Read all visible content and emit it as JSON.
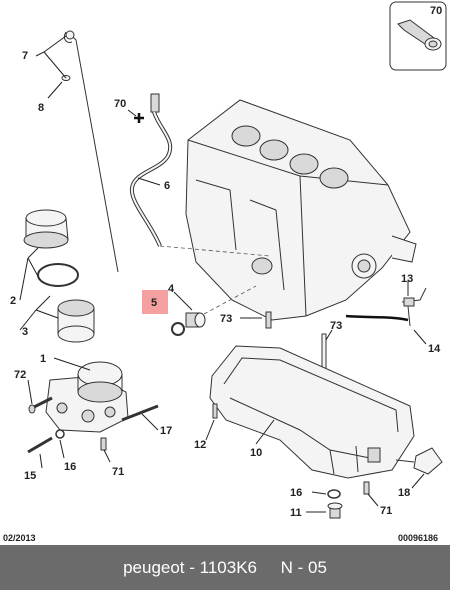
{
  "inset": {
    "label": "70"
  },
  "callouts": {
    "c7": "7",
    "c8": "8",
    "c70": "70",
    "c6": "6",
    "c2": "2",
    "c3": "3",
    "c5": "5",
    "c4": "4",
    "c73a": "73",
    "c73b": "73",
    "c13": "13",
    "c14": "14",
    "c1": "1",
    "c72": "72",
    "c17": "17",
    "c16a": "16",
    "c15": "15",
    "c71a": "71",
    "c12": "12",
    "c10": "10",
    "c16b": "16",
    "c11": "11",
    "c71b": "71",
    "c18": "18"
  },
  "highlight_color": "#f4a0a0",
  "footer": {
    "date": "02/2013",
    "ref": "00096186"
  },
  "bottom_bar": {
    "text": "peugeot - 1103K6     N - 05"
  }
}
